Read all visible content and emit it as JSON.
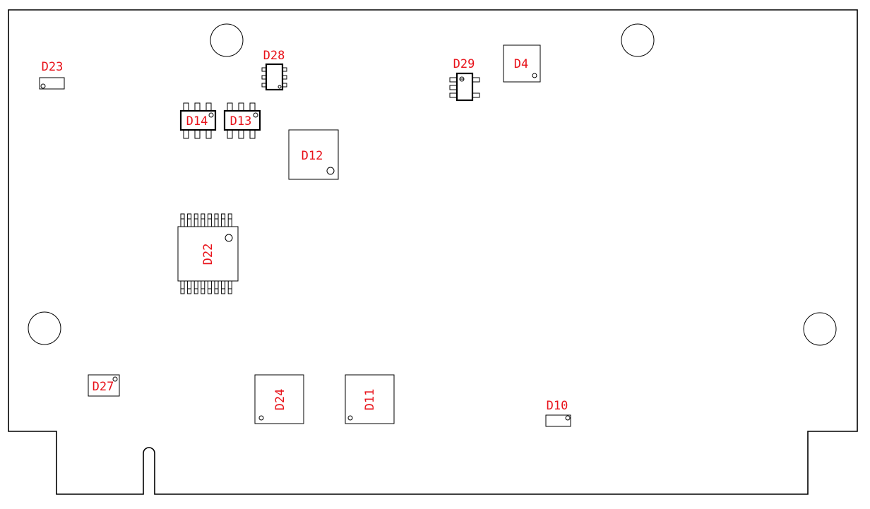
{
  "components": {
    "D23": "D23",
    "D28": "D28",
    "D29": "D29",
    "D4": "D4",
    "D14": "D14",
    "D13": "D13",
    "D12": "D12",
    "D22": "D22",
    "D27": "D27",
    "D24": "D24",
    "D11": "D11",
    "D10": "D10"
  },
  "colors": {
    "label": "#e8121a",
    "outline": "#000000",
    "background": "#ffffff"
  }
}
